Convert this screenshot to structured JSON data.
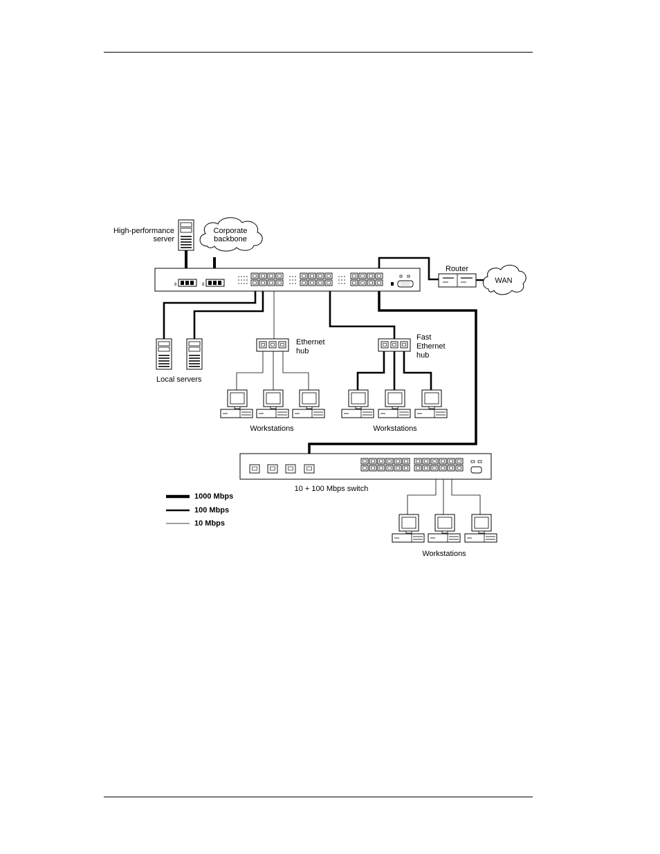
{
  "labels": {
    "high_performance_server": [
      "High-performance",
      "server"
    ],
    "corporate_backbone": [
      "Corporate",
      "backbone"
    ],
    "router": "Router",
    "wan": "WAN",
    "local_servers": "Local servers",
    "ethernet_hub": [
      "Ethernet",
      "hub"
    ],
    "fast_ethernet_hub": [
      "Fast",
      "Ethernet",
      "hub"
    ],
    "workstations": "Workstations",
    "switch_10_100": "10 + 100 Mbps switch"
  },
  "legend": [
    {
      "label": "1000 Mbps"
    },
    {
      "label": "100 Mbps"
    },
    {
      "label": "10 Mbps"
    }
  ]
}
